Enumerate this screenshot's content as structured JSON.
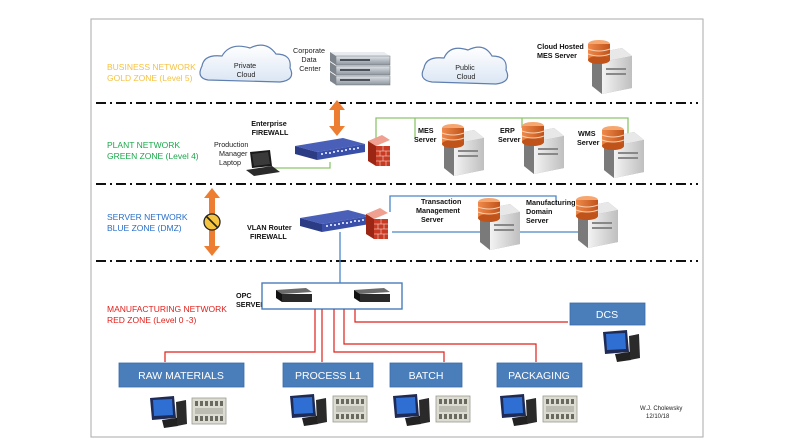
{
  "zones": {
    "business": {
      "line1": "BUSINESS NETWORK",
      "line2": "GOLD ZONE (Level 5)",
      "color": "#f5c242"
    },
    "plant": {
      "line1": "PLANT NETWORK",
      "line2": "GREEN ZONE (Level 4)",
      "color": "#1aa84a"
    },
    "server": {
      "line1": "SERVER NETWORK",
      "line2": "BLUE ZONE (DMZ)",
      "color": "#2a6fc9"
    },
    "manufacturing": {
      "line1": "MANUFACTURING NETWORK",
      "line2": "RED ZONE (Level 0 -3)",
      "color": "#e0201b"
    }
  },
  "business": {
    "private_cloud": {
      "line1": "Private",
      "line2": "Cloud"
    },
    "corporate_dc": {
      "line1": "Corporate",
      "line2": "Data",
      "line3": "Center"
    },
    "public_cloud": {
      "line1": "Public",
      "line2": "Cloud"
    },
    "mes_cloud": {
      "line1": "Cloud Hosted",
      "line2": "MES Server"
    }
  },
  "plant": {
    "enterprise_fw": {
      "line1": "Enterprise",
      "line2": "FIREWALL"
    },
    "laptop": {
      "line1": "Production",
      "line2": "Manager",
      "line3": "Laptop"
    },
    "mes_server": {
      "line1": "MES",
      "line2": "Server"
    },
    "erp_server": {
      "line1": "ERP",
      "line2": "Server"
    },
    "wms_server": {
      "line1": "WMS",
      "line2": "Server"
    }
  },
  "server_zone": {
    "vlan_router": {
      "line1": "VLAN Router",
      "line2": "FIREWALL"
    },
    "tms_server": {
      "line1": "Transaction",
      "line2": "Management",
      "line3": "Server"
    },
    "mds_server": {
      "line1": "Manufacturing",
      "line2": "Domain",
      "line3": "Server"
    }
  },
  "manufacturing": {
    "opc": {
      "line1": "OPC",
      "line2": "SERVERS"
    },
    "boxes": [
      "RAW MATERIALS",
      "PROCESS L1",
      "BATCH",
      "PACKAGING"
    ],
    "dcs": "DCS"
  },
  "footer": {
    "author": "W.J. Cholewsky",
    "date": "12/10/18"
  },
  "colors": {
    "box_blue": "#4a7ebb",
    "green_line": "#8cc56b",
    "blue_line": "#4a86c8",
    "red_line": "#e0201b",
    "orange": "#ed7d31"
  }
}
